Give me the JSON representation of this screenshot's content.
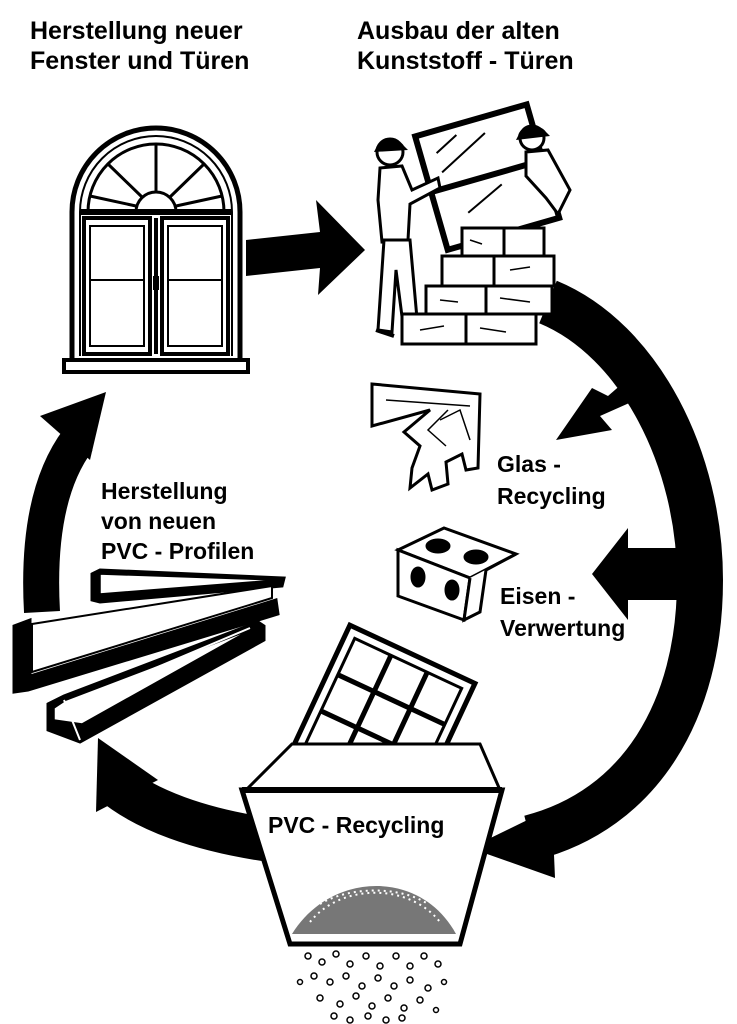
{
  "labels": {
    "new_windows": {
      "line1": "Herstellung neuer",
      "line2": "Fenster und Türen"
    },
    "removal": {
      "line1": "Ausbau der alten",
      "line2": "Kunststoff - Türen"
    },
    "new_profiles": {
      "line1": "Herstellung",
      "line2": "von neuen",
      "line3": "PVC - Profilen"
    },
    "glass": {
      "line1": "Glas -",
      "line2": "Recycling"
    },
    "iron": {
      "line1": "Eisen -",
      "line2": "Verwertung"
    },
    "pvc": {
      "text": "PVC - Recycling"
    }
  },
  "colors": {
    "ink": "#000000",
    "paper": "#ffffff"
  }
}
